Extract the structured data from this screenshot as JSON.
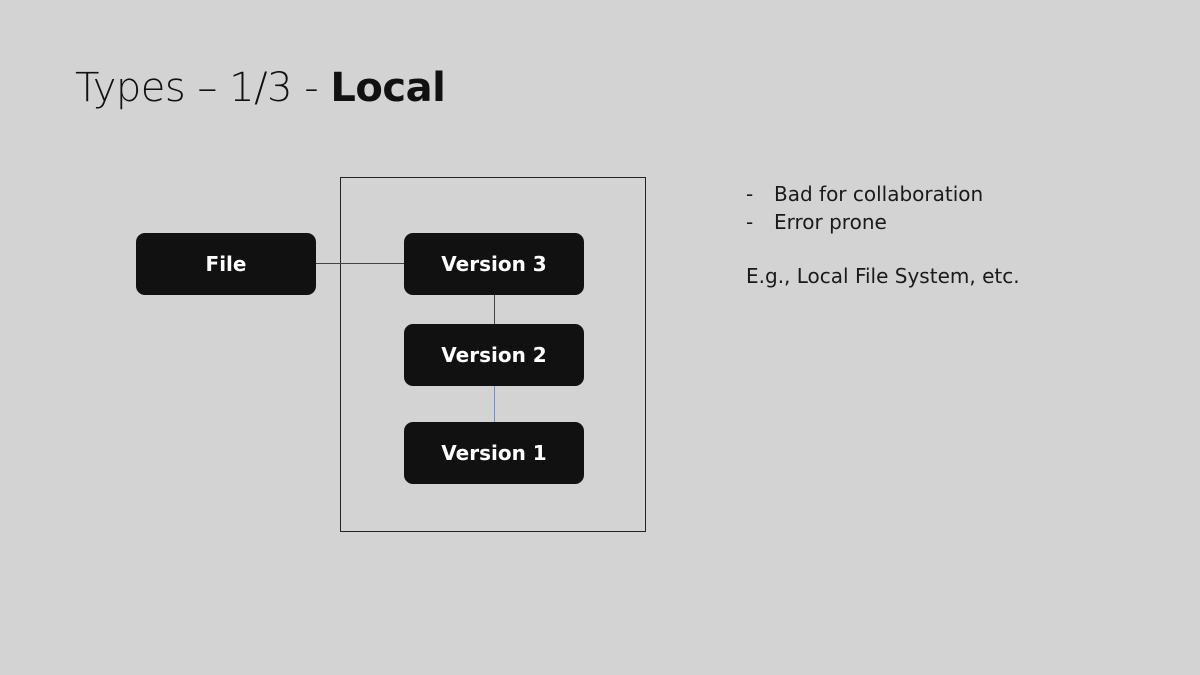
{
  "slide": {
    "title_prefix": "Types – 1/3 - ",
    "title_emphasis": "Local"
  },
  "diagram": {
    "source_node": "File",
    "versions": [
      "Version 3",
      "Version 2",
      "Version 1"
    ]
  },
  "notes": {
    "bullet_marker": "-",
    "bullets": [
      "Bad for collaboration",
      "Error prone"
    ],
    "example": "E.g., Local File System, etc."
  }
}
